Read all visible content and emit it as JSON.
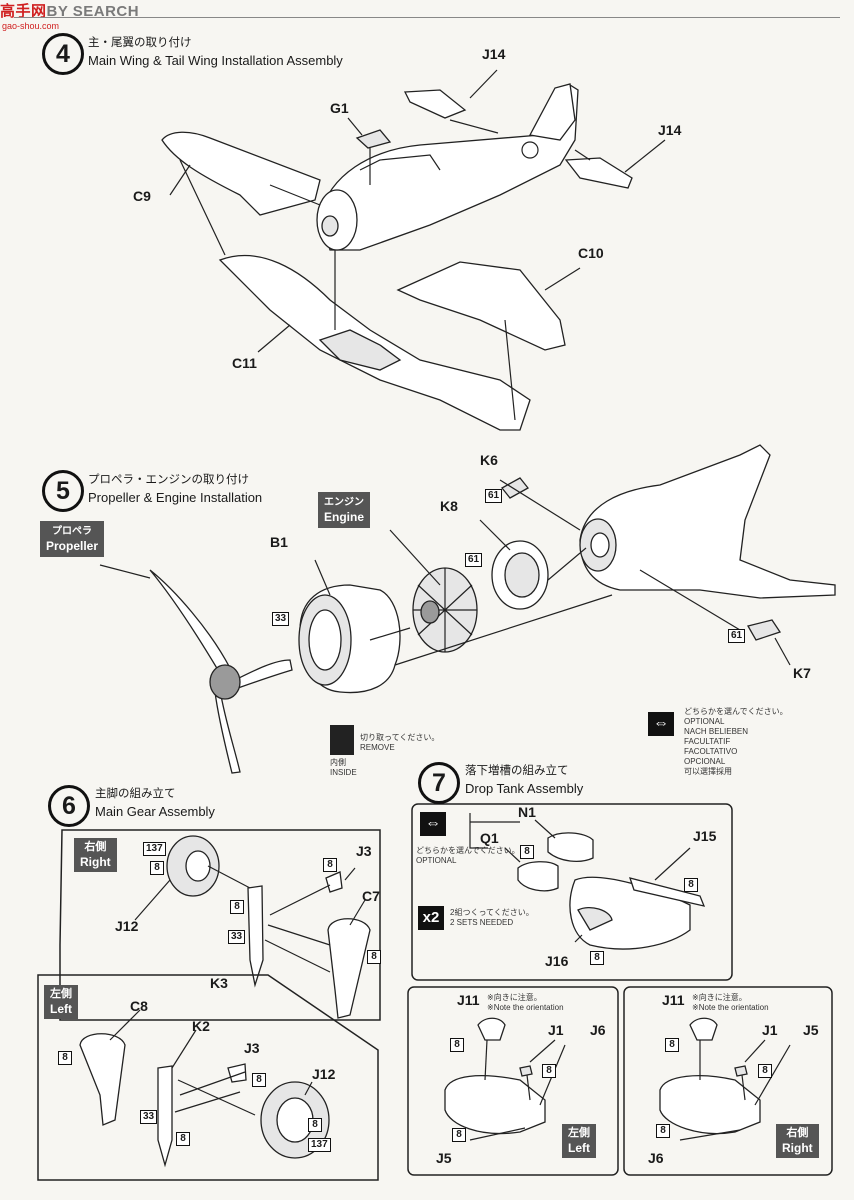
{
  "watermark": {
    "chars": "高手网",
    "text": "BY SEARCH",
    "sub": "gao-shou.com"
  },
  "step4": {
    "number": "4",
    "title_jp": "主・尾翼の取り付け",
    "title_en": "Main Wing & Tail Wing Installation Assembly",
    "parts": {
      "j14a": "J14",
      "j14b": "J14",
      "g1": "G1",
      "c9": "C9",
      "c10": "C10",
      "c11": "C11"
    }
  },
  "step5": {
    "number": "5",
    "title_jp": "プロペラ・エンジンの取り付け",
    "title_en": "Propeller & Engine Installation",
    "propeller_tag": {
      "jp": "プロペラ",
      "en": "Propeller"
    },
    "engine_tag": {
      "jp": "エンジン",
      "en": "Engine"
    },
    "parts": {
      "b1": "B1",
      "k6": "K6",
      "k8": "K8",
      "k7": "K7"
    },
    "codes": {
      "c33": "33",
      "c61a": "61",
      "c61b": "61",
      "c61c": "61"
    },
    "remove_note": {
      "jp": "切り取ってください。",
      "en": "REMOVE",
      "inside_jp": "内側",
      "inside_en": "INSIDE"
    },
    "optional_note": {
      "jp": "どちらかを選んでください。",
      "lines": [
        "OPTIONAL",
        "NACH BELIEBEN",
        "FACULTATIF",
        "FACOLTATIVO",
        "OPCIONAL",
        "可以選擇採用"
      ]
    }
  },
  "step6": {
    "number": "6",
    "title_jp": "主脚の組み立て",
    "title_en": "Main Gear Assembly",
    "right": {
      "tag_jp": "右側",
      "tag_en": "Right",
      "parts": {
        "j12": "J12",
        "j3": "J3",
        "c7": "C7",
        "k3": "K3"
      },
      "codes": {
        "c137": "137",
        "c8a": "8",
        "c8b": "8",
        "c8c": "8",
        "c8d": "8",
        "c33": "33"
      }
    },
    "left": {
      "tag_jp": "左側",
      "tag_en": "Left",
      "parts": {
        "c8": "C8",
        "k2": "K2",
        "j3": "J3",
        "j12": "J12"
      },
      "codes": {
        "c8a": "8",
        "c8b": "8",
        "c8c": "8",
        "c8d": "8",
        "c33": "33",
        "c137": "137"
      }
    }
  },
  "step7": {
    "number": "7",
    "title_jp": "落下増槽の組み立て",
    "title_en": "Drop Tank Assembly",
    "parts": {
      "n1": "N1",
      "q1": "Q1",
      "j15": "J15",
      "j16": "J16"
    },
    "codes": {
      "c8a": "8",
      "c8b": "8",
      "c8c": "8"
    },
    "optional_jp": "どちらかを選んでください。",
    "optional_en": "OPTIONAL",
    "sets_icon": "x2",
    "sets_jp": "2組つくってください。",
    "sets_en": "2 SETS NEEDED",
    "left_sub": {
      "tag_jp": "左側",
      "tag_en": "Left",
      "note_jp": "※向きに注意。",
      "note_en": "※Note the orientation",
      "parts": {
        "j11": "J11",
        "j1": "J1",
        "j6": "J6",
        "j5": "J5"
      },
      "codes": {
        "c8a": "8",
        "c8b": "8",
        "c8c": "8"
      }
    },
    "right_sub": {
      "tag_jp": "右側",
      "tag_en": "Right",
      "note_jp": "※向きに注意。",
      "note_en": "※Note the orientation",
      "parts": {
        "j11": "J11",
        "j1": "J1",
        "j5": "J5",
        "j6": "J6"
      },
      "codes": {
        "c8a": "8",
        "c8b": "8",
        "c8c": "8"
      }
    }
  }
}
